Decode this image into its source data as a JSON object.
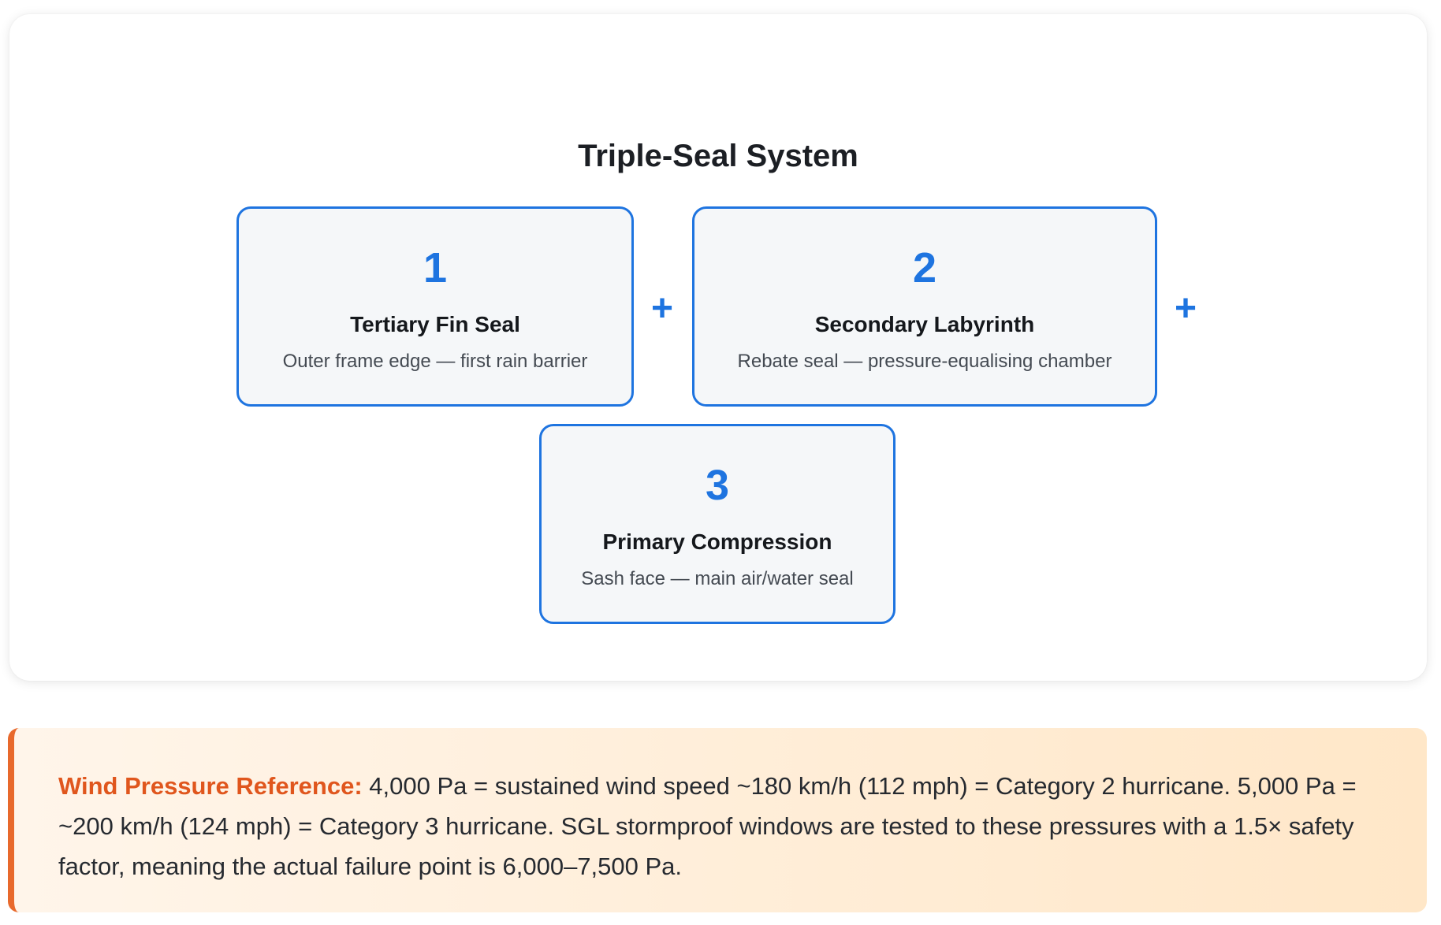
{
  "diagram": {
    "title": "Triple-Seal System",
    "connector": "+",
    "seals": [
      {
        "number": "1",
        "name": "Tertiary Fin Seal",
        "description": "Outer frame edge — first rain barrier"
      },
      {
        "number": "2",
        "name": "Secondary Labyrinth",
        "description": "Rebate seal — pressure-equalising chamber"
      },
      {
        "number": "3",
        "name": "Primary Compression",
        "description": "Sash face — main air/water seal"
      }
    ]
  },
  "note": {
    "label": "Wind Pressure Reference:",
    "text": "4,000 Pa = sustained wind speed ~180 km/h (112 mph) = Category 2 hurricane. 5,000 Pa = ~200 km/h (124 mph) = Category 3 hurricane. SGL stormproof windows are tested to these pressures with a 1.5× safety factor, meaning the actual failure point is 6,000–7,500 Pa."
  },
  "colors": {
    "accent": "#1e74e0",
    "note_accent": "#e0561d"
  }
}
